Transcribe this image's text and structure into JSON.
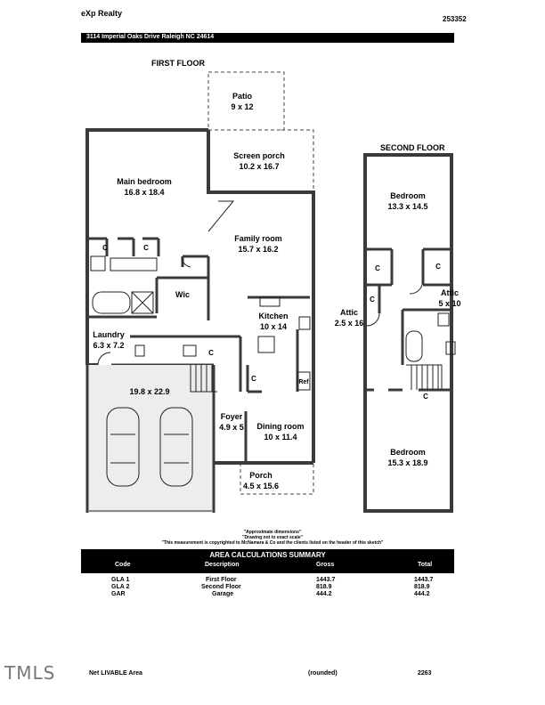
{
  "header": {
    "company": "eXp Realty",
    "sketch_number": "253352",
    "address": "3114 Imperial Oaks Drive Raleigh NC 24614"
  },
  "first_floor": {
    "title": "FIRST FLOOR",
    "rooms": {
      "patio": {
        "name": "Patio",
        "dims": "9 x 12"
      },
      "screen_porch": {
        "name": "Screen porch",
        "dims": "10.2 x 16.7"
      },
      "main_bedroom": {
        "name": "Main bedroom",
        "dims": "16.8 x 18.4"
      },
      "family_room": {
        "name": "Family room",
        "dims": "15.7 x 16.2"
      },
      "wic": {
        "name": "Wic"
      },
      "kitchen": {
        "name": "Kitchen",
        "dims": "10 x 14"
      },
      "laundry": {
        "name": "Laundry",
        "dims": "6.3 x 7.2"
      },
      "garage": {
        "dims": "19.8 x 22.9"
      },
      "foyer": {
        "name": "Foyer",
        "dims": "4.9 x 5"
      },
      "dining_room": {
        "name": "Dining room",
        "dims": "10 x 11.4"
      },
      "porch": {
        "name": "Porch",
        "dims": "4.5 x 15.6"
      }
    },
    "closet": "C",
    "ref": "Ref"
  },
  "second_floor": {
    "title": "SECOND FLOOR",
    "rooms": {
      "bedroom_top": {
        "name": "Bedroom",
        "dims": "13.3 x 14.5"
      },
      "attic_right": {
        "name": "Attic",
        "dims": "5 x 10"
      },
      "attic_left": {
        "name": "Attic",
        "dims": "2.5 x 16"
      },
      "bedroom_bottom": {
        "name": "Bedroom",
        "dims": "15.3 x 18.9"
      }
    },
    "closet": "C"
  },
  "notes": [
    "\"Approximate dimensions\"",
    "\"Drawing not to exact scale\"",
    "\"This measurement is copyrighted to McNamara & Co and the clients listed on the header of this sketch\""
  ],
  "area_summary": {
    "title": "AREA CALCULATIONS SUMMARY",
    "headers": {
      "code": "Code",
      "description": "Description",
      "gross": "Gross",
      "total": "Total"
    },
    "rows": [
      {
        "code": "GLA 1",
        "description": "First Floor",
        "gross": "1443.7",
        "total": "1443.7"
      },
      {
        "code": "GLA 2",
        "description": "Second Floor",
        "gross": "818.9",
        "total": "818.9"
      },
      {
        "code": "GAR",
        "description": "Garage",
        "gross": "444.2",
        "total": "444.2"
      }
    ]
  },
  "footer": {
    "logo": "TMLS",
    "net_label": "Net LIVABLE Area",
    "rounded": "(rounded)",
    "net_value": "2263"
  }
}
